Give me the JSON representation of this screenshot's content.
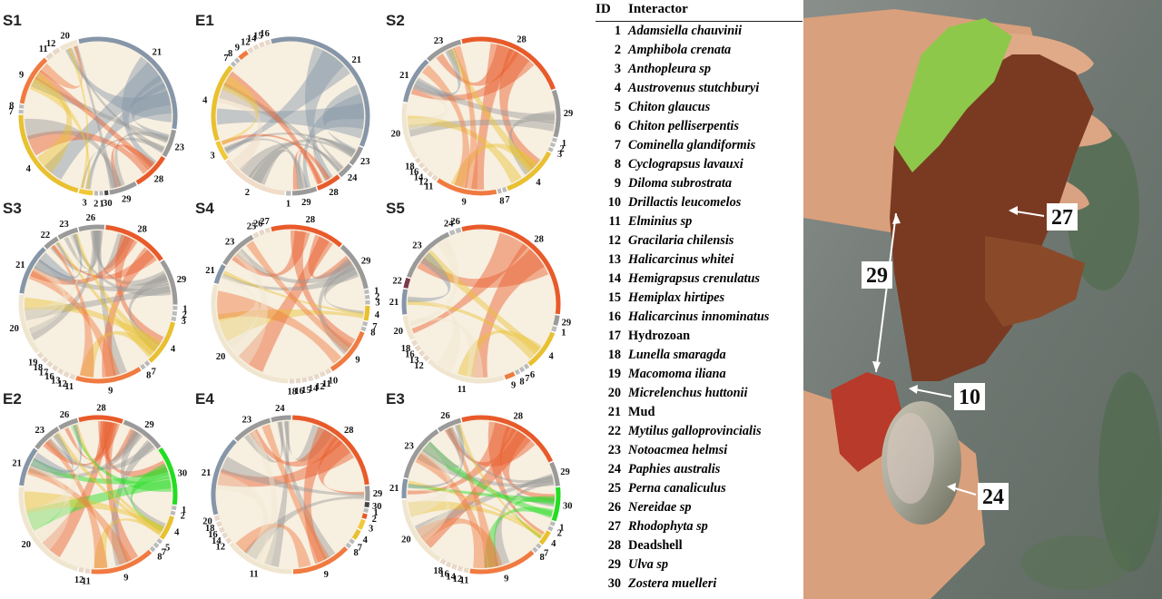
{
  "panels": [
    {
      "label": "S1",
      "nodes": [
        {
          "id": "21",
          "pct": 33,
          "color": "#8696a8"
        },
        {
          "id": "23",
          "pct": 6,
          "color": "#9a9a9a"
        },
        {
          "id": "28",
          "pct": 8,
          "color": "#e85a2a"
        },
        {
          "id": "29",
          "pct": 6,
          "color": "#9a9a9a"
        },
        {
          "id": "30",
          "pct": 0.8,
          "color": "#444444"
        },
        {
          "id": "1",
          "pct": 0.8,
          "color": "#bbbbbb"
        },
        {
          "id": "2",
          "pct": 0.8,
          "color": "#bbbbbb"
        },
        {
          "id": "3",
          "pct": 3,
          "color": "#f0c838"
        },
        {
          "id": "4",
          "pct": 22,
          "color": "#e8c030"
        },
        {
          "id": "7",
          "pct": 0.8,
          "color": "#bbbbbb"
        },
        {
          "id": "8",
          "pct": 0.8,
          "color": "#bbbbbb"
        },
        {
          "id": "9",
          "pct": 11,
          "color": "#f07a40"
        },
        {
          "id": "11",
          "pct": 1.5,
          "color": "#e8d8c8"
        },
        {
          "id": "12",
          "pct": 1.5,
          "color": "#e8d8c8"
        },
        {
          "id": "20",
          "pct": 4,
          "color": "#f0e6d0"
        }
      ]
    },
    {
      "label": "E1",
      "nodes": [
        {
          "id": "21",
          "pct": 35,
          "color": "#8696a8"
        },
        {
          "id": "23",
          "pct": 4,
          "color": "#9a9a9a"
        },
        {
          "id": "24",
          "pct": 3,
          "color": "#9a9a9a"
        },
        {
          "id": "28",
          "pct": 5,
          "color": "#e85a2a"
        },
        {
          "id": "29",
          "pct": 5,
          "color": "#9a9a9a"
        },
        {
          "id": "1",
          "pct": 1,
          "color": "#bbbbbb"
        },
        {
          "id": "2",
          "pct": 14,
          "color": "#f0dcc8"
        },
        {
          "id": "3",
          "pct": 4,
          "color": "#f0c838"
        },
        {
          "id": "4",
          "pct": 16,
          "color": "#e8c030"
        },
        {
          "id": "7",
          "pct": 0.8,
          "color": "#bbbbbb"
        },
        {
          "id": "8",
          "pct": 0.8,
          "color": "#bbbbbb"
        },
        {
          "id": "9",
          "pct": 2,
          "color": "#f07a40"
        },
        {
          "id": "12",
          "pct": 1,
          "color": "#e8d8c8"
        },
        {
          "id": "14",
          "pct": 1,
          "color": "#e8d8c8"
        },
        {
          "id": "15",
          "pct": 1,
          "color": "#e8d8c8"
        },
        {
          "id": "16",
          "pct": 1,
          "color": "#e8d8c8"
        }
      ]
    },
    {
      "label": "S2",
      "nodes": [
        {
          "id": "28",
          "pct": 24,
          "color": "#e85a2a"
        },
        {
          "id": "29",
          "pct": 10,
          "color": "#9a9a9a"
        },
        {
          "id": "1",
          "pct": 0.8,
          "color": "#bbbbbb"
        },
        {
          "id": "2",
          "pct": 0.8,
          "color": "#bbbbbb"
        },
        {
          "id": "3",
          "pct": 0.8,
          "color": "#bbbbbb"
        },
        {
          "id": "4",
          "pct": 12,
          "color": "#e8c030"
        },
        {
          "id": "7",
          "pct": 0.8,
          "color": "#bbbbbb"
        },
        {
          "id": "8",
          "pct": 0.8,
          "color": "#bbbbbb"
        },
        {
          "id": "9",
          "pct": 13,
          "color": "#f07a40"
        },
        {
          "id": "11",
          "pct": 1,
          "color": "#e8d8c8"
        },
        {
          "id": "12",
          "pct": 1,
          "color": "#e8d8c8"
        },
        {
          "id": "14",
          "pct": 1,
          "color": "#e8d8c8"
        },
        {
          "id": "16",
          "pct": 1,
          "color": "#e8d8c8"
        },
        {
          "id": "18",
          "pct": 1,
          "color": "#e8d8c8"
        },
        {
          "id": "20",
          "pct": 12,
          "color": "#f0e6d0"
        },
        {
          "id": "21",
          "pct": 10,
          "color": "#8696a8"
        },
        {
          "id": "23",
          "pct": 8,
          "color": "#9a9a9a"
        }
      ]
    },
    {
      "label": "S3",
      "nodes": [
        {
          "id": "26",
          "pct": 5,
          "color": "#9a9a9a"
        },
        {
          "id": "28",
          "pct": 13,
          "color": "#e85a2a"
        },
        {
          "id": "29",
          "pct": 9,
          "color": "#9a9a9a"
        },
        {
          "id": "1",
          "pct": 0.8,
          "color": "#bbbbbb"
        },
        {
          "id": "2",
          "pct": 0.8,
          "color": "#bbbbbb"
        },
        {
          "id": "3",
          "pct": 0.8,
          "color": "#bbbbbb"
        },
        {
          "id": "4",
          "pct": 9,
          "color": "#e8c030"
        },
        {
          "id": "7",
          "pct": 0.8,
          "color": "#bbbbbb"
        },
        {
          "id": "8",
          "pct": 0.8,
          "color": "#bbbbbb"
        },
        {
          "id": "9",
          "pct": 13,
          "color": "#f07a40"
        },
        {
          "id": "11",
          "pct": 1,
          "color": "#e8d8c8"
        },
        {
          "id": "12",
          "pct": 1,
          "color": "#e8d8c8"
        },
        {
          "id": "13",
          "pct": 1,
          "color": "#e8d8c8"
        },
        {
          "id": "16",
          "pct": 1,
          "color": "#e8d8c8"
        },
        {
          "id": "17",
          "pct": 1,
          "color": "#e8d8c8"
        },
        {
          "id": "18",
          "pct": 1,
          "color": "#e8d8c8"
        },
        {
          "id": "19",
          "pct": 1,
          "color": "#e8d8c8"
        },
        {
          "id": "20",
          "pct": 12,
          "color": "#f0e6d0"
        },
        {
          "id": "21",
          "pct": 10,
          "color": "#8696a8"
        },
        {
          "id": "22",
          "pct": 3,
          "color": "#9a9a9a"
        },
        {
          "id": "23",
          "pct": 4,
          "color": "#9a9a9a"
        }
      ]
    },
    {
      "label": "S4",
      "nodes": [
        {
          "id": "28",
          "pct": 15,
          "color": "#e85a2a"
        },
        {
          "id": "29",
          "pct": 10,
          "color": "#9a9a9a"
        },
        {
          "id": "1",
          "pct": 0.8,
          "color": "#bbbbbb"
        },
        {
          "id": "2",
          "pct": 0.8,
          "color": "#bbbbbb"
        },
        {
          "id": "3",
          "pct": 0.8,
          "color": "#bbbbbb"
        },
        {
          "id": "4",
          "pct": 3,
          "color": "#e8c030"
        },
        {
          "id": "7",
          "pct": 0.8,
          "color": "#bbbbbb"
        },
        {
          "id": "8",
          "pct": 0.8,
          "color": "#bbbbbb"
        },
        {
          "id": "9",
          "pct": 10,
          "color": "#f07a40"
        },
        {
          "id": "10",
          "pct": 1,
          "color": "#e8d8c8"
        },
        {
          "id": "11",
          "pct": 1,
          "color": "#e8d8c8"
        },
        {
          "id": "12",
          "pct": 1,
          "color": "#e8d8c8"
        },
        {
          "id": "14",
          "pct": 1,
          "color": "#e8d8c8"
        },
        {
          "id": "15",
          "pct": 1,
          "color": "#e8d8c8"
        },
        {
          "id": "16",
          "pct": 1,
          "color": "#e8d8c8"
        },
        {
          "id": "18",
          "pct": 1,
          "color": "#e8d8c8"
        },
        {
          "id": "20",
          "pct": 28,
          "color": "#f0e6d0"
        },
        {
          "id": "21",
          "pct": 4,
          "color": "#8696a8"
        },
        {
          "id": "23",
          "pct": 8,
          "color": "#9a9a9a"
        },
        {
          "id": "25",
          "pct": 1,
          "color": "#e8d8c8"
        },
        {
          "id": "26",
          "pct": 1,
          "color": "#e8d8c8"
        },
        {
          "id": "27",
          "pct": 1,
          "color": "#e8d8c8"
        }
      ]
    },
    {
      "label": "S5",
      "nodes": [
        {
          "id": "28",
          "pct": 30,
          "color": "#e85a2a"
        },
        {
          "id": "29",
          "pct": 2,
          "color": "#9a9a9a"
        },
        {
          "id": "1",
          "pct": 1,
          "color": "#bbbbbb"
        },
        {
          "id": "4",
          "pct": 8,
          "color": "#e8c030"
        },
        {
          "id": "6",
          "pct": 0.8,
          "color": "#bbbbbb"
        },
        {
          "id": "7",
          "pct": 0.8,
          "color": "#bbbbbb"
        },
        {
          "id": "8",
          "pct": 0.8,
          "color": "#bbbbbb"
        },
        {
          "id": "9",
          "pct": 2,
          "color": "#f07a40"
        },
        {
          "id": "11",
          "pct": 16,
          "color": "#f0e6d0"
        },
        {
          "id": "12",
          "pct": 1,
          "color": "#e8d8c8"
        },
        {
          "id": "13",
          "pct": 1,
          "color": "#e8d8c8"
        },
        {
          "id": "16",
          "pct": 1,
          "color": "#e8d8c8"
        },
        {
          "id": "18",
          "pct": 1,
          "color": "#e8d8c8"
        },
        {
          "id": "20",
          "pct": 5,
          "color": "#f0e6d0"
        },
        {
          "id": "21",
          "pct": 5,
          "color": "#8696a8"
        },
        {
          "id": "22",
          "pct": 2,
          "color": "#7a3a4a"
        },
        {
          "id": "23",
          "pct": 12,
          "color": "#9a9a9a"
        },
        {
          "id": "24",
          "pct": 1,
          "color": "#bbbbbb"
        },
        {
          "id": "26",
          "pct": 1,
          "color": "#bbbbbb"
        }
      ]
    },
    {
      "label": "E2",
      "nodes": [
        {
          "id": "28",
          "pct": 9,
          "color": "#e85a2a"
        },
        {
          "id": "29",
          "pct": 9,
          "color": "#9a9a9a"
        },
        {
          "id": "30",
          "pct": 12,
          "color": "#22dd22"
        },
        {
          "id": "1",
          "pct": 0.8,
          "color": "#bbbbbb"
        },
        {
          "id": "2",
          "pct": 0.8,
          "color": "#bbbbbb"
        },
        {
          "id": "4",
          "pct": 5,
          "color": "#e8c030"
        },
        {
          "id": "5",
          "pct": 0.8,
          "color": "#bbbbbb"
        },
        {
          "id": "7",
          "pct": 0.8,
          "color": "#bbbbbb"
        },
        {
          "id": "8",
          "pct": 0.8,
          "color": "#bbbbbb"
        },
        {
          "id": "9",
          "pct": 13,
          "color": "#f07a40"
        },
        {
          "id": "11",
          "pct": 1,
          "color": "#e8d8c8"
        },
        {
          "id": "12",
          "pct": 1,
          "color": "#e8d8c8"
        },
        {
          "id": "20",
          "pct": 22,
          "color": "#f0e6d0"
        },
        {
          "id": "21",
          "pct": 8,
          "color": "#8696a8"
        },
        {
          "id": "23",
          "pct": 6,
          "color": "#9a9a9a"
        },
        {
          "id": "26",
          "pct": 4,
          "color": "#9a9a9a"
        }
      ]
    },
    {
      "label": "E4",
      "nodes": [
        {
          "id": "24",
          "pct": 4,
          "color": "#9a9a9a"
        },
        {
          "id": "28",
          "pct": 22,
          "color": "#e85a2a"
        },
        {
          "id": "29",
          "pct": 3,
          "color": "#9a9a9a"
        },
        {
          "id": "30",
          "pct": 1,
          "color": "#444444"
        },
        {
          "id": "1",
          "pct": 0.8,
          "color": "#bbbbbb"
        },
        {
          "id": "2",
          "pct": 1,
          "color": "#e85a2a"
        },
        {
          "id": "3",
          "pct": 2,
          "color": "#f0c838"
        },
        {
          "id": "4",
          "pct": 2,
          "color": "#e8c030"
        },
        {
          "id": "7",
          "pct": 0.8,
          "color": "#bbbbbb"
        },
        {
          "id": "8",
          "pct": 0.8,
          "color": "#bbbbbb"
        },
        {
          "id": "9",
          "pct": 12,
          "color": "#f07a40"
        },
        {
          "id": "11",
          "pct": 14,
          "color": "#f0e6d0"
        },
        {
          "id": "12",
          "pct": 1,
          "color": "#e8d8c8"
        },
        {
          "id": "14",
          "pct": 1,
          "color": "#e8d8c8"
        },
        {
          "id": "16",
          "pct": 1,
          "color": "#e8d8c8"
        },
        {
          "id": "18",
          "pct": 1,
          "color": "#e8d8c8"
        },
        {
          "id": "20",
          "pct": 1,
          "color": "#e8d8c8"
        },
        {
          "id": "21",
          "pct": 16,
          "color": "#8696a8"
        },
        {
          "id": "23",
          "pct": 8,
          "color": "#9a9a9a"
        }
      ]
    },
    {
      "label": "E3",
      "nodes": [
        {
          "id": "28",
          "pct": 22,
          "color": "#e85a2a"
        },
        {
          "id": "29",
          "pct": 5,
          "color": "#9a9a9a"
        },
        {
          "id": "30",
          "pct": 7,
          "color": "#22dd22"
        },
        {
          "id": "1",
          "pct": 0.8,
          "color": "#bbbbbb"
        },
        {
          "id": "2",
          "pct": 0.8,
          "color": "#bbbbbb"
        },
        {
          "id": "4",
          "pct": 3,
          "color": "#e8c030"
        },
        {
          "id": "7",
          "pct": 0.8,
          "color": "#bbbbbb"
        },
        {
          "id": "8",
          "pct": 0.8,
          "color": "#bbbbbb"
        },
        {
          "id": "9",
          "pct": 14,
          "color": "#f07a40"
        },
        {
          "id": "11",
          "pct": 1,
          "color": "#e8d8c8"
        },
        {
          "id": "12",
          "pct": 1,
          "color": "#e8d8c8"
        },
        {
          "id": "14",
          "pct": 1,
          "color": "#e8d8c8"
        },
        {
          "id": "16",
          "pct": 1,
          "color": "#e8d8c8"
        },
        {
          "id": "18",
          "pct": 1,
          "color": "#e8d8c8"
        },
        {
          "id": "20",
          "pct": 15,
          "color": "#f0e6d0"
        },
        {
          "id": "21",
          "pct": 4,
          "color": "#8696a8"
        },
        {
          "id": "23",
          "pct": 12,
          "color": "#9a9a9a"
        },
        {
          "id": "26",
          "pct": 5,
          "color": "#9a9a9a"
        }
      ]
    }
  ],
  "legend": {
    "id_header": "ID",
    "name_header": "Interactor",
    "rows": [
      {
        "id": "1",
        "name": "Adamsiella chauvinii",
        "italic": true
      },
      {
        "id": "2",
        "name": "Amphibola crenata",
        "italic": true
      },
      {
        "id": "3",
        "name": "Anthopleura sp",
        "italic": true
      },
      {
        "id": "4",
        "name": "Austrovenus stutchburyi",
        "italic": true
      },
      {
        "id": "5",
        "name": "Chiton glaucus",
        "italic": true
      },
      {
        "id": "6",
        "name": "Chiton pelliserpentis",
        "italic": true
      },
      {
        "id": "7",
        "name": "Cominella glandiformis",
        "italic": true
      },
      {
        "id": "8",
        "name": "Cyclograpsus lavauxi",
        "italic": true
      },
      {
        "id": "9",
        "name": "Diloma subrostrata",
        "italic": true
      },
      {
        "id": "10",
        "name": "Drillactis leucomelos",
        "italic": true
      },
      {
        "id": "11",
        "name": "Elminius sp",
        "italic": true
      },
      {
        "id": "12",
        "name": "Gracilaria chilensis",
        "italic": true
      },
      {
        "id": "13",
        "name": "Halicarcinus whitei",
        "italic": true
      },
      {
        "id": "14",
        "name": "Hemigrapsus crenulatus",
        "italic": true
      },
      {
        "id": "15",
        "name": "Hemiplax hirtipes",
        "italic": true
      },
      {
        "id": "16",
        "name": "Halicarcinus innominatus",
        "italic": true
      },
      {
        "id": "17",
        "name": "Hydrozoan",
        "italic": false
      },
      {
        "id": "18",
        "name": "Lunella smaragda",
        "italic": true
      },
      {
        "id": "19",
        "name": "Macomoma iliana",
        "italic": true
      },
      {
        "id": "20",
        "name": "Micrelenchus huttonii",
        "italic": true
      },
      {
        "id": "21",
        "name": "Mud",
        "italic": false
      },
      {
        "id": "22",
        "name": "Mytilus galloprovincialis",
        "italic": true
      },
      {
        "id": "23",
        "name": "Notoacmea helmsi",
        "italic": true
      },
      {
        "id": "24",
        "name": "Paphies australis",
        "italic": true
      },
      {
        "id": "25",
        "name": "Perna canaliculus",
        "italic": true
      },
      {
        "id": "26",
        "name": "Nereidae sp",
        "italic": true
      },
      {
        "id": "27",
        "name": "Rhodophyta sp",
        "italic": true
      },
      {
        "id": "28",
        "name": "Deadshell",
        "italic": false
      },
      {
        "id": "29",
        "name": "Ulva sp",
        "italic": true
      },
      {
        "id": "30",
        "name": "Zostera muelleri",
        "italic": true
      }
    ]
  },
  "photo_labels": {
    "a": "27",
    "b": "29",
    "c": "10",
    "d": "24"
  }
}
